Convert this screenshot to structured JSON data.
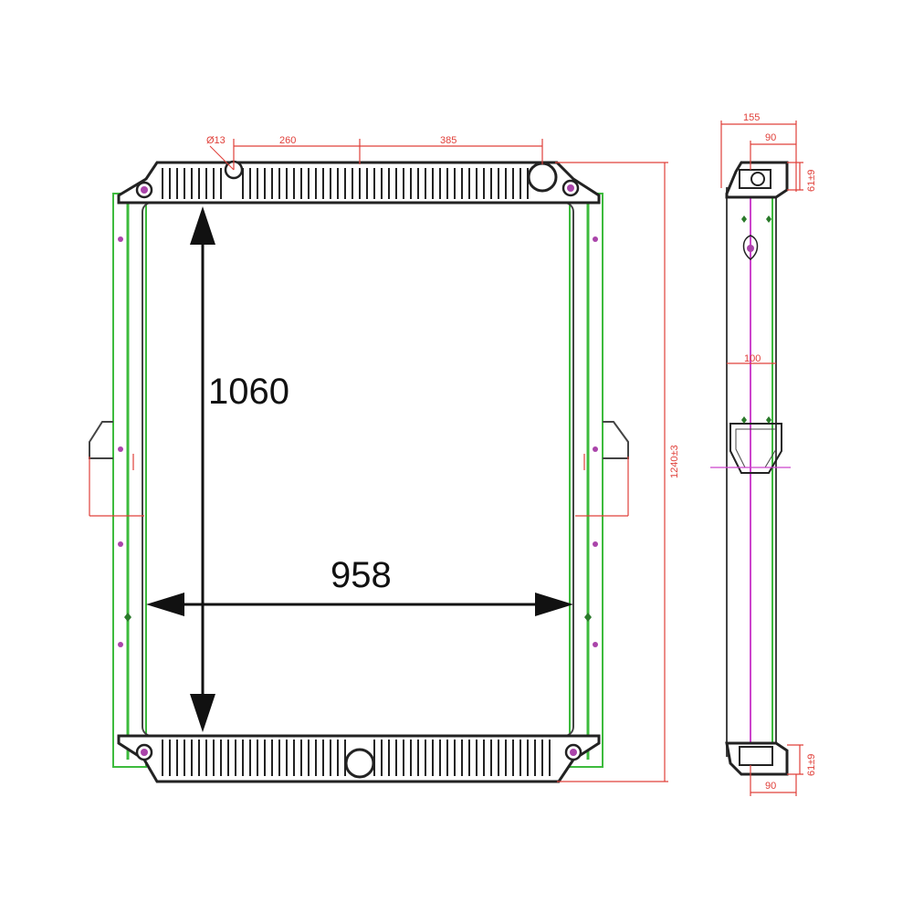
{
  "colors": {
    "outline": "#222222",
    "frame_green": "#3dbb3d",
    "dimension_red": "#e0403a",
    "center_magenta": "#cc44cc",
    "arrow_black": "#111111"
  },
  "front_view": {
    "height_label": "1060",
    "width_label": "958",
    "hole_label": "Ø13",
    "top_span_left": "260",
    "top_span_right": "385",
    "overall_height": "1240±3"
  },
  "side_view": {
    "top_depth": "155",
    "top_inner": "90",
    "top_tank_height": "61±9",
    "mid_label": "100",
    "bottom_inner": "90",
    "bottom_tank_height": "61±9"
  }
}
